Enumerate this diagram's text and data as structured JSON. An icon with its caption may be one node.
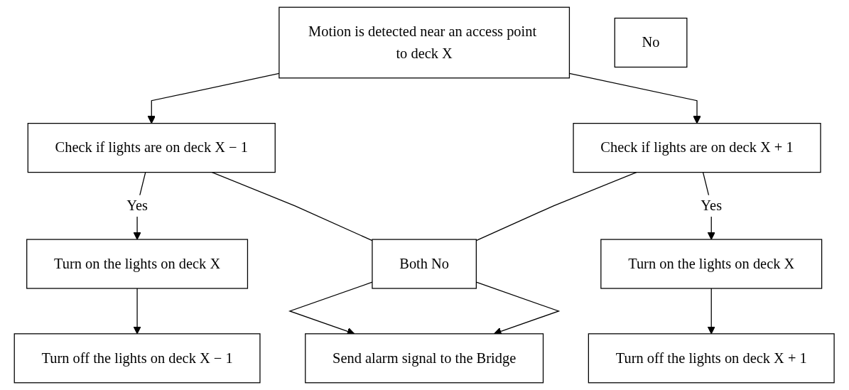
{
  "diagram": {
    "nodes": [
      {
        "text": [
          "Motion is detected near an access point to deck X"
        ]
      },
      {
        "text": [
          "Check if lights are on deck X − 1"
        ]
      },
      {
        "text": [
          "Check if lights are on deck X + 1"
        ]
      },
      {
        "text": [
          "No"
        ]
      },
      {
        "text": [
          "Turn on the lights on deck X"
        ]
      },
      {
        "text": [
          "Turn on the lights on deck X"
        ]
      },
      {
        "text": [
          "Both No"
        ]
      },
      {
        "text": [
          "Turn off the lights on deck X − 1"
        ]
      },
      {
        "text": [
          "Turn off the lights on deck X + 1"
        ]
      },
      {
        "text": [
          "Send alarm signal to the Bridge"
        ]
      }
    ],
    "edges": [
      {
        "from": 0,
        "to": 1,
        "arrow": "to"
      },
      {
        "from": 0,
        "to": 2,
        "arrow": "to"
      },
      {
        "from": 1,
        "to": 4,
        "arrow": "to",
        "label": "Yes"
      },
      {
        "from": 2,
        "to": 5,
        "arrow": "to",
        "label": "Yes"
      },
      {
        "from": 4,
        "to": 7,
        "arrow": "to"
      },
      {
        "from": 5,
        "to": 8,
        "arrow": "to"
      },
      {
        "from": 1,
        "to": 6,
        "arrow": "none"
      },
      {
        "from": 2,
        "to": 6,
        "arrow": "none"
      },
      {
        "from": 6,
        "to": 9,
        "arrow": "to"
      },
      {
        "from": 6,
        "to": 9,
        "arrow": "to"
      }
    ]
  }
}
